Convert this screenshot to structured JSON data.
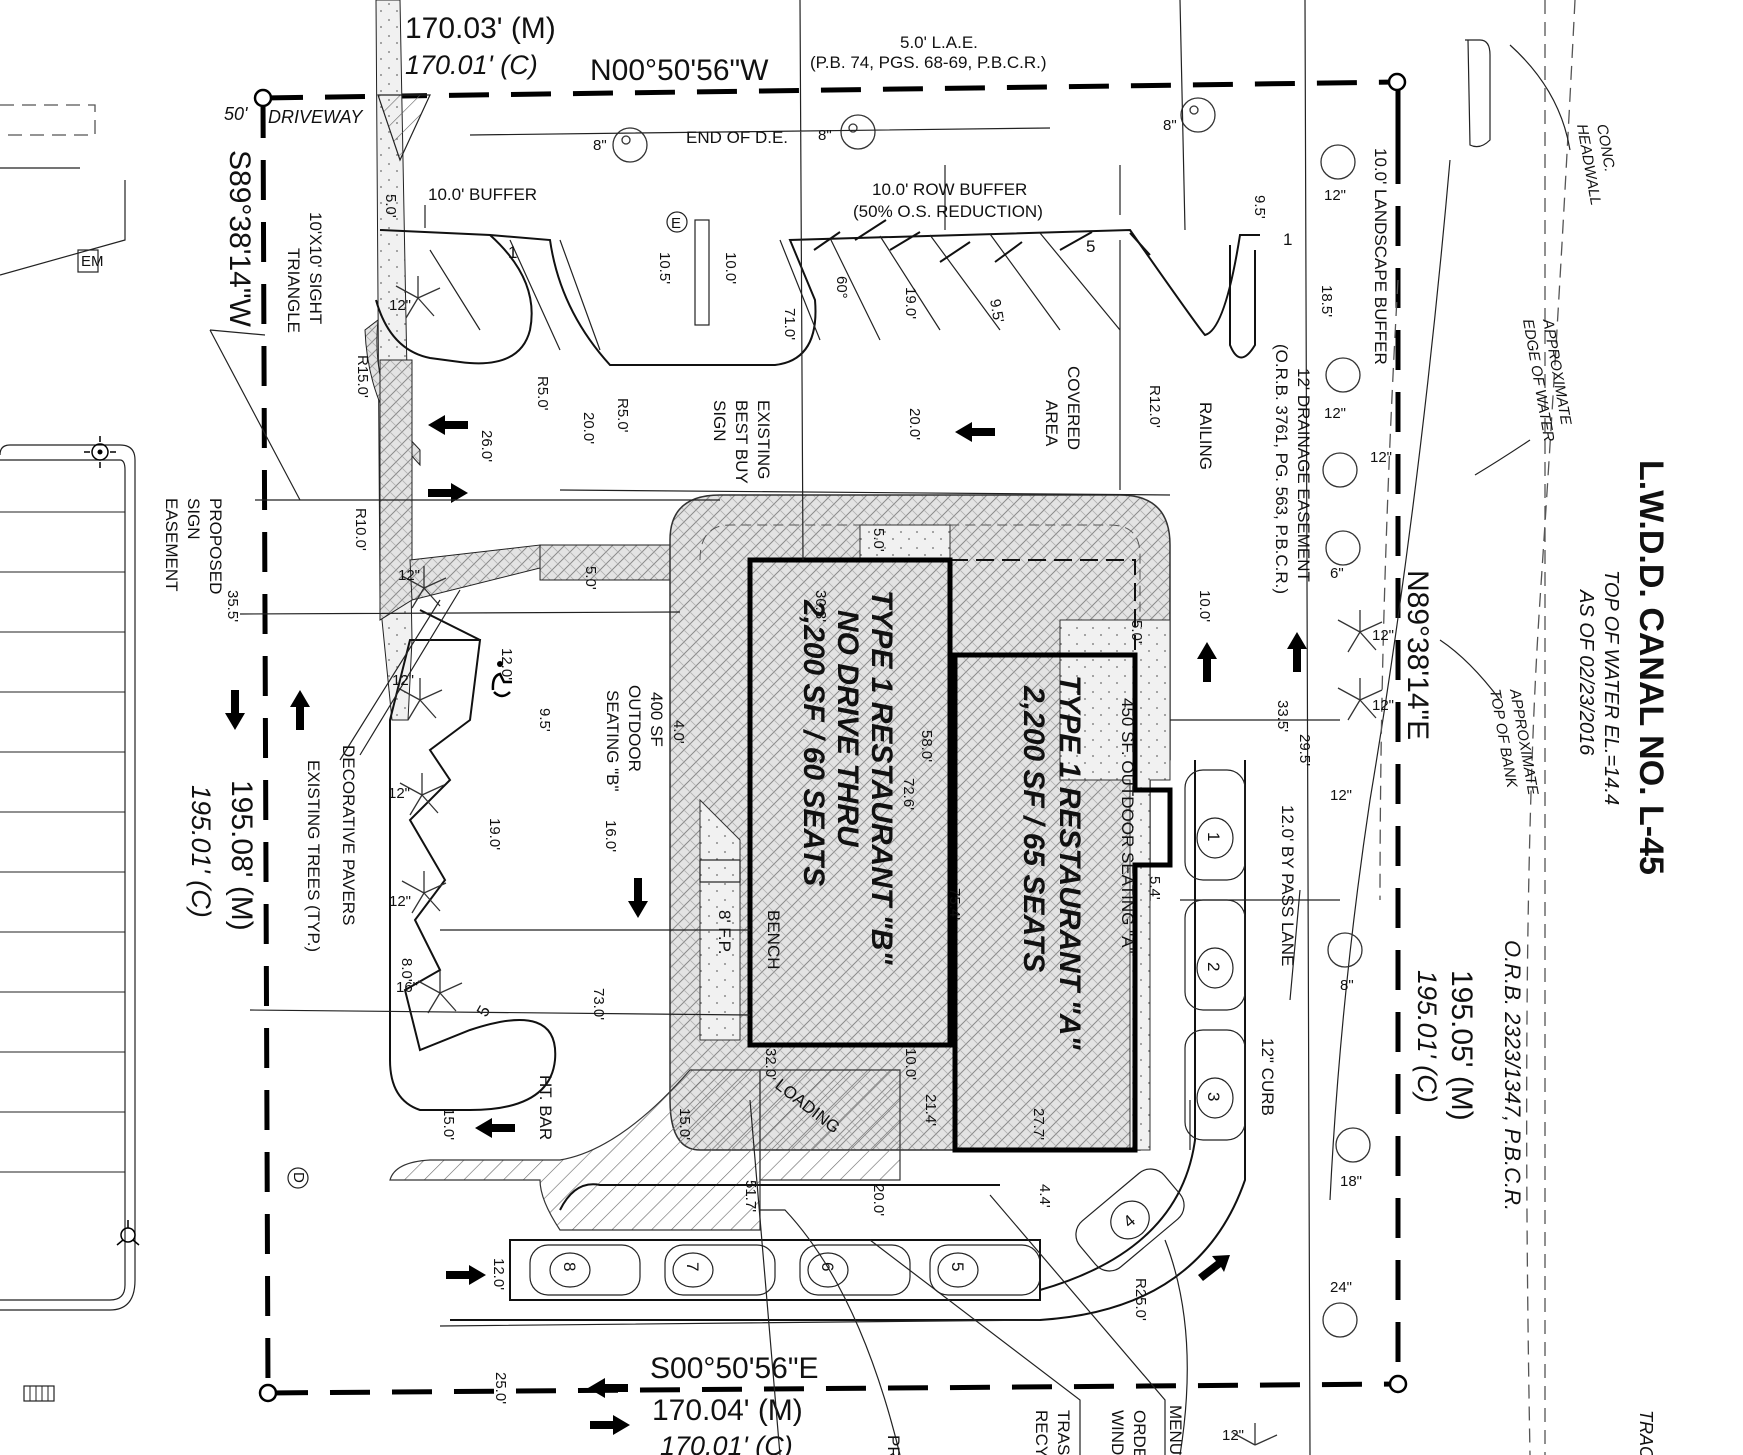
{
  "colors": {
    "ink": "#000000",
    "paper": "#ffffff",
    "paver": "#d6d6d6",
    "bearing": "#555555"
  },
  "boundary": {
    "north_m": "170.03' (M)",
    "north_c": "170.01' (C)",
    "north_bearing": "N00°50'56\"W",
    "south_m": "170.04' (M)",
    "south_c": "170.01' (C)",
    "south_bearing": "S00°50'56\"E",
    "west_bearing": "S89°38'14\"W",
    "west_m": "195.08' (M)",
    "west_c": "195.01' (C)",
    "east_bearing": "N89°38'14\"E",
    "east_c": "195.01' (C)",
    "east_m": "195.05' (M)",
    "east_orb": "O.R.B. 2323/1347, P.B.C.R.",
    "driveway_width": "50'",
    "driveway": "DRIVEWAY"
  },
  "canal": {
    "name": "L.W.D.D. CANAL NO. L-45",
    "water": "TOP OF WATER EL.=14.4",
    "as_of": "AS OF 02/23/2016",
    "top_bank_1": "APPROXIMATE",
    "top_bank_2": "TOP OF BANK",
    "edge_water_1": "APPROXIMATE",
    "edge_water_2": "EDGE OF WATER",
    "headwall_1": "CONC.",
    "headwall_2": "HEADWALL"
  },
  "restaurant_a": {
    "line1": "TYPE 1 RESTAURANT \"A\"",
    "line2": "2,200 SF / 65 SEATS"
  },
  "restaurant_b": {
    "line1": "TYPE 1 RESTAURANT \"B\"",
    "line2": "NO DRIVE THRU",
    "line3": "2,200 SF / 60 SEATS"
  },
  "labels": {
    "lae_1": "5.0' L.A.E.",
    "lae_2": "(P.B. 74, PGS. 68-69, P.B.C.R.)",
    "end_de": "END OF D.E.",
    "row_buffer_1": "10.0' ROW BUFFER",
    "row_buffer_2": "(50% O.S. REDUCTION)",
    "buffer": "10.0' BUFFER",
    "sight_1": "10'X10' SIGHT",
    "sight_2": "TRIANGLE",
    "landscape_buffer": "10.0' LANDSCAPE BUFFER",
    "drainage_1": "12' DRAINAGE EASEMENT",
    "drainage_2": "(O.R.B. 3761, PG. 563, P.B.C.R.)",
    "railing": "RAILING",
    "covered_1": "COVERED",
    "covered_2": "AREA",
    "sign_1": "EXISTING",
    "sign_2": "BEST BUY",
    "sign_3": "SIGN",
    "prop_sign_1": "PROPOSED",
    "prop_sign_2": "SIGN",
    "prop_sign_3": "EASEMENT",
    "outdoor_b_1": "400 SF",
    "outdoor_b_2": "OUTDOOR",
    "outdoor_b_3": "SEATING \"B\"",
    "outdoor_a": "450 SF. OUTDOOR SEATING \"A\"",
    "bench": "BENCH",
    "fp": "8' F.P.",
    "decorative": "DECORATIVE PAVERS",
    "existing_trees": "EXISTING TREES (TYP.)",
    "bypass": "12.0' BY PASS LANE",
    "curb": "12\" CURB",
    "loading": "LOADING",
    "ht_bar_1": "HT. BAR",
    "pr": "PR",
    "trash_1": "TRAS",
    "trash_2": "RECY",
    "order_1": "ORDE",
    "order_2": "WIND",
    "menu": "MENU",
    "tract": "TRAC"
  },
  "dims": {
    "d5a": "5.0'",
    "d10_5": "10.5'",
    "d10": "10.0'",
    "d60": "60°",
    "d19": "19.0'",
    "d9_5": "9.5'",
    "d71": "71.0'",
    "d9_5b": "9.5'",
    "d18_5": "18.5'",
    "r15": "R15.0'",
    "r5a": "R5.0'",
    "r5b": "R5.0'",
    "d20a": "20.0'",
    "d26": "26.0'",
    "d20b": "20.0'",
    "r12": "R12.0'",
    "r10": "R10.0'",
    "d35_5": "35.5'",
    "d12a": "12.0'",
    "d5b": "5.0'",
    "d9_5c": "9.5'",
    "d4": "4.0'",
    "d19b": "19.0'",
    "d16": "16.0'",
    "d8": "8.0'",
    "d73": "73.0'",
    "d30_3": "30.3'",
    "d58": "58.0'",
    "d72_6": "72.6'",
    "d5c": "5.0'",
    "d5d": "5.0'",
    "d75_4": "75.4'",
    "d10b": "10.0'",
    "d33_5": "33.5'",
    "d29_5": "29.5'",
    "d5_4": "5.4'",
    "d10c": "10.0'",
    "d21_4": "21.4'",
    "d27_7": "27.7'",
    "d4_4": "4.4'",
    "d32": "32.0'",
    "d15a": "15.0'",
    "d15b": "15.0'",
    "d51_7": "51.7'",
    "d20c": "20.0'",
    "d12b": "12.0'",
    "d25": "25.0'",
    "r25": "R25.0'",
    "t8a": "8\"",
    "t8b": "8\"",
    "t8c": "8\"",
    "t12a": "12\"",
    "t12b": "12\"",
    "t12c": "12\"",
    "t12d": "12\"",
    "t12e": "12\"",
    "t12f": "12\"",
    "t12g": "12\"",
    "t16": "16\"",
    "t12h": "12\"",
    "t6": "6\"",
    "t12i": "12\"",
    "t12j": "12\"",
    "t12k": "12\"",
    "t8d": "8\"",
    "t18": "18\"",
    "t24": "24\"",
    "t12l": "12\"",
    "p1": "1",
    "p5": "5",
    "p1b": "1",
    "p5b": "5",
    "e_marker": "E",
    "d_marker": "D",
    "em_marker": "EM"
  },
  "stacking": [
    "1",
    "2",
    "3",
    "4",
    "5",
    "6",
    "7",
    "8"
  ]
}
